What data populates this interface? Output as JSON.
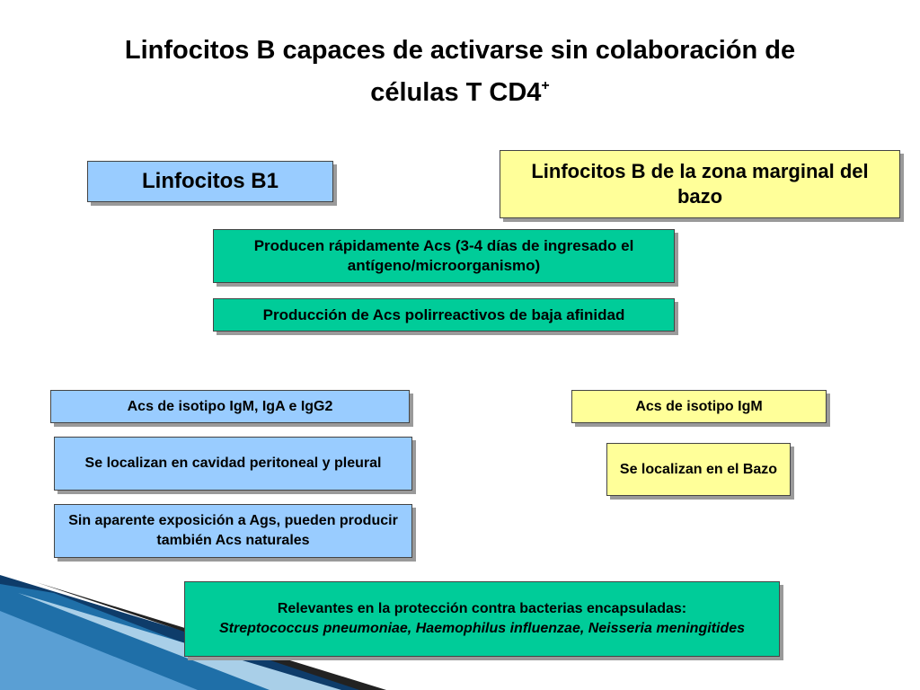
{
  "title": {
    "line1": "Linfocitos B capaces de activarse sin colaboración de",
    "line2": "células T CD4",
    "sup": "+"
  },
  "b1": {
    "label": "Linfocitos B1"
  },
  "marginal": {
    "label": "Linfocitos B de la zona marginal del bazo"
  },
  "shared": {
    "rapid": "Producen rápidamente Acs (3-4 días de ingresado el antígeno/microorganismo)",
    "polyreactive": "Producción de Acs polirreactivos de baja afinidad",
    "relevant_line1": "Relevantes en la protección contra bacterias encapsuladas:",
    "relevant_line2": "Streptococcus pneumoniae, Haemophilus influenzae, Neisseria meningitides"
  },
  "b1_details": {
    "isotype": "Acs de isotipo IgM, IgA e IgG2",
    "location": "Se localizan en cavidad peritoneal y pleural",
    "natural": "Sin aparente exposición a Ags, pueden producir también Acs naturales"
  },
  "marginal_details": {
    "isotype": "Acs de isotipo IgM",
    "location": "Se localizan en el Bazo"
  },
  "colors": {
    "blue_box": "#99ccff",
    "yellow_box": "#ffff99",
    "green_box": "#00cc99",
    "decor_blue": "#1f6fa8"
  }
}
